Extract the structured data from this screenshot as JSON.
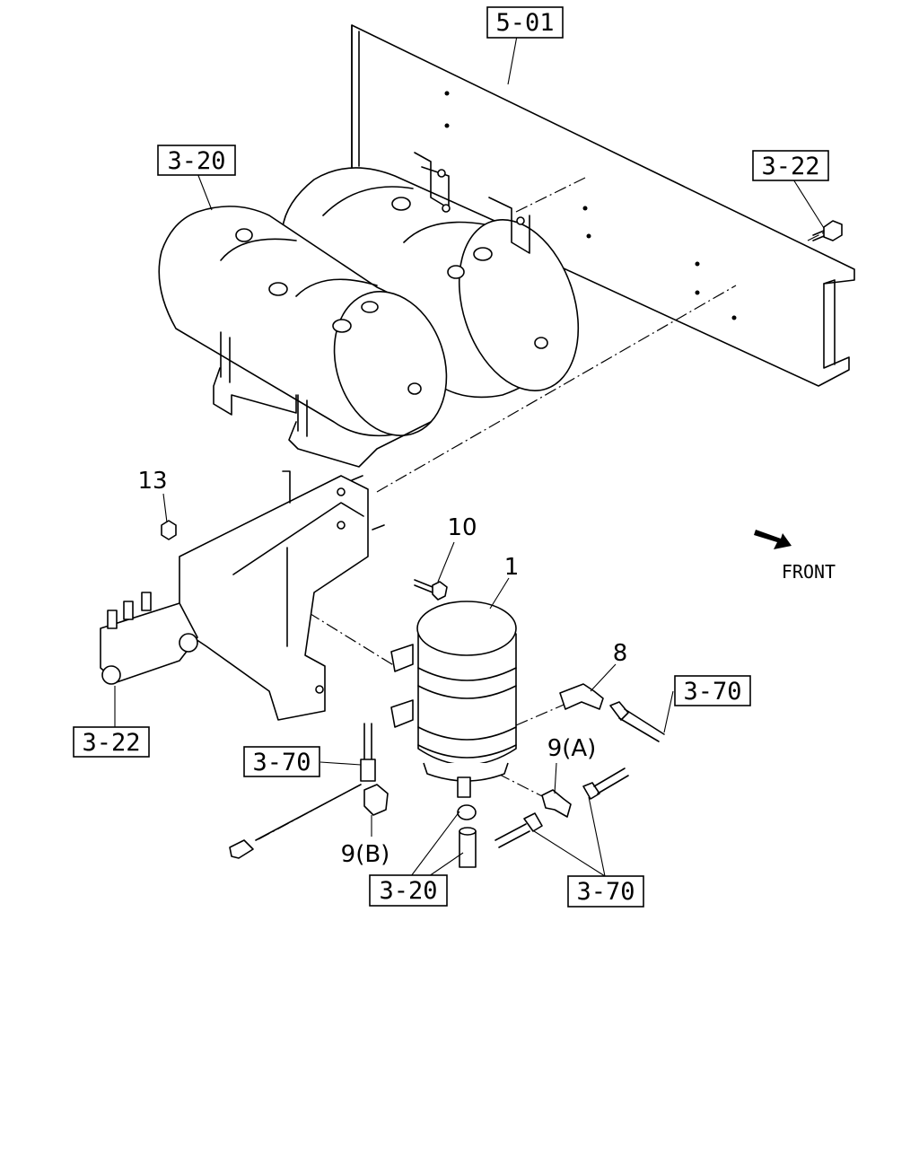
{
  "refs": {
    "r_501": "5-01",
    "r_320_top": "3-20",
    "r_322_right": "3-22",
    "r_370_right": "3-70",
    "r_322_left": "3-22",
    "r_370_left": "3-70",
    "r_320_bottom": "3-20",
    "r_370_bottom": "3-70"
  },
  "parts": {
    "p13": "13",
    "p10": "10",
    "p1": "1",
    "p8": "8",
    "p9a": "9(A)",
    "p9b": "9(B)"
  },
  "direction": {
    "label": "FRONT"
  }
}
